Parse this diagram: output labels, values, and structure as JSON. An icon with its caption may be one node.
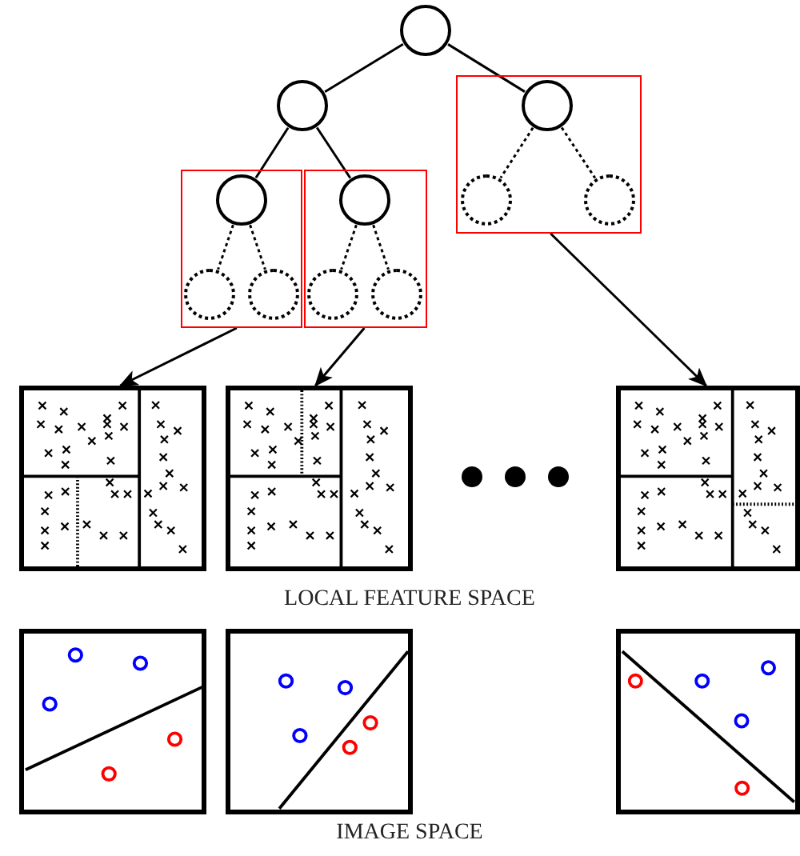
{
  "diagram": {
    "nodes": [
      {
        "text": [],
        "shape": "circle"
      },
      {
        "text": [],
        "shape": "circle"
      },
      {
        "text": [],
        "shape": "box"
      },
      {
        "text": [],
        "shape": "circle",
        "in": 2
      },
      {
        "text": [],
        "shape": "box"
      },
      {
        "text": [],
        "shape": "box"
      },
      {
        "text": [],
        "shape": "circle",
        "in": 4
      },
      {
        "text": [],
        "shape": "circle",
        "in": 5
      },
      {
        "text": [],
        "shape": "circle",
        "in": 2
      },
      {
        "text": [],
        "shape": "circle",
        "in": 2
      },
      {
        "text": [],
        "shape": "circle",
        "in": 4
      },
      {
        "text": [],
        "shape": "circle",
        "in": 4
      },
      {
        "text": [],
        "shape": "circle",
        "in": 5
      },
      {
        "text": [],
        "shape": "circle",
        "in": 5
      },
      {
        "text": [],
        "shape": "box"
      },
      {
        "text": [],
        "shape": "box"
      },
      {
        "text": [],
        "shape": "box"
      },
      {
        "text": [],
        "shape": "box"
      },
      {
        "text": [],
        "shape": "box"
      },
      {
        "text": [],
        "shape": "box"
      }
    ],
    "edges": [
      {
        "from": 0,
        "to": 1,
        "arrow": "none"
      },
      {
        "from": 0,
        "to": 3,
        "arrow": "none"
      },
      {
        "from": 1,
        "to": 6,
        "arrow": "none"
      },
      {
        "from": 1,
        "to": 7,
        "arrow": "none"
      },
      {
        "from": 3,
        "to": 8,
        "arrow": "none",
        "style": "dashed"
      },
      {
        "from": 3,
        "to": 9,
        "arrow": "none",
        "style": "dashed"
      },
      {
        "from": 6,
        "to": 10,
        "arrow": "none",
        "style": "dashed"
      },
      {
        "from": 6,
        "to": 11,
        "arrow": "none",
        "style": "dashed"
      },
      {
        "from": 7,
        "to": 12,
        "arrow": "none",
        "style": "dashed"
      },
      {
        "from": 7,
        "to": 13,
        "arrow": "none",
        "style": "dashed"
      },
      {
        "from": 4,
        "to": 14,
        "arrow": "to"
      },
      {
        "from": 5,
        "to": 15,
        "arrow": "to"
      },
      {
        "from": 2,
        "to": 16,
        "arrow": "to"
      }
    ],
    "labels": [
      "LOCAL FEATURE SPACE",
      "IMAGE SPACE"
    ]
  }
}
